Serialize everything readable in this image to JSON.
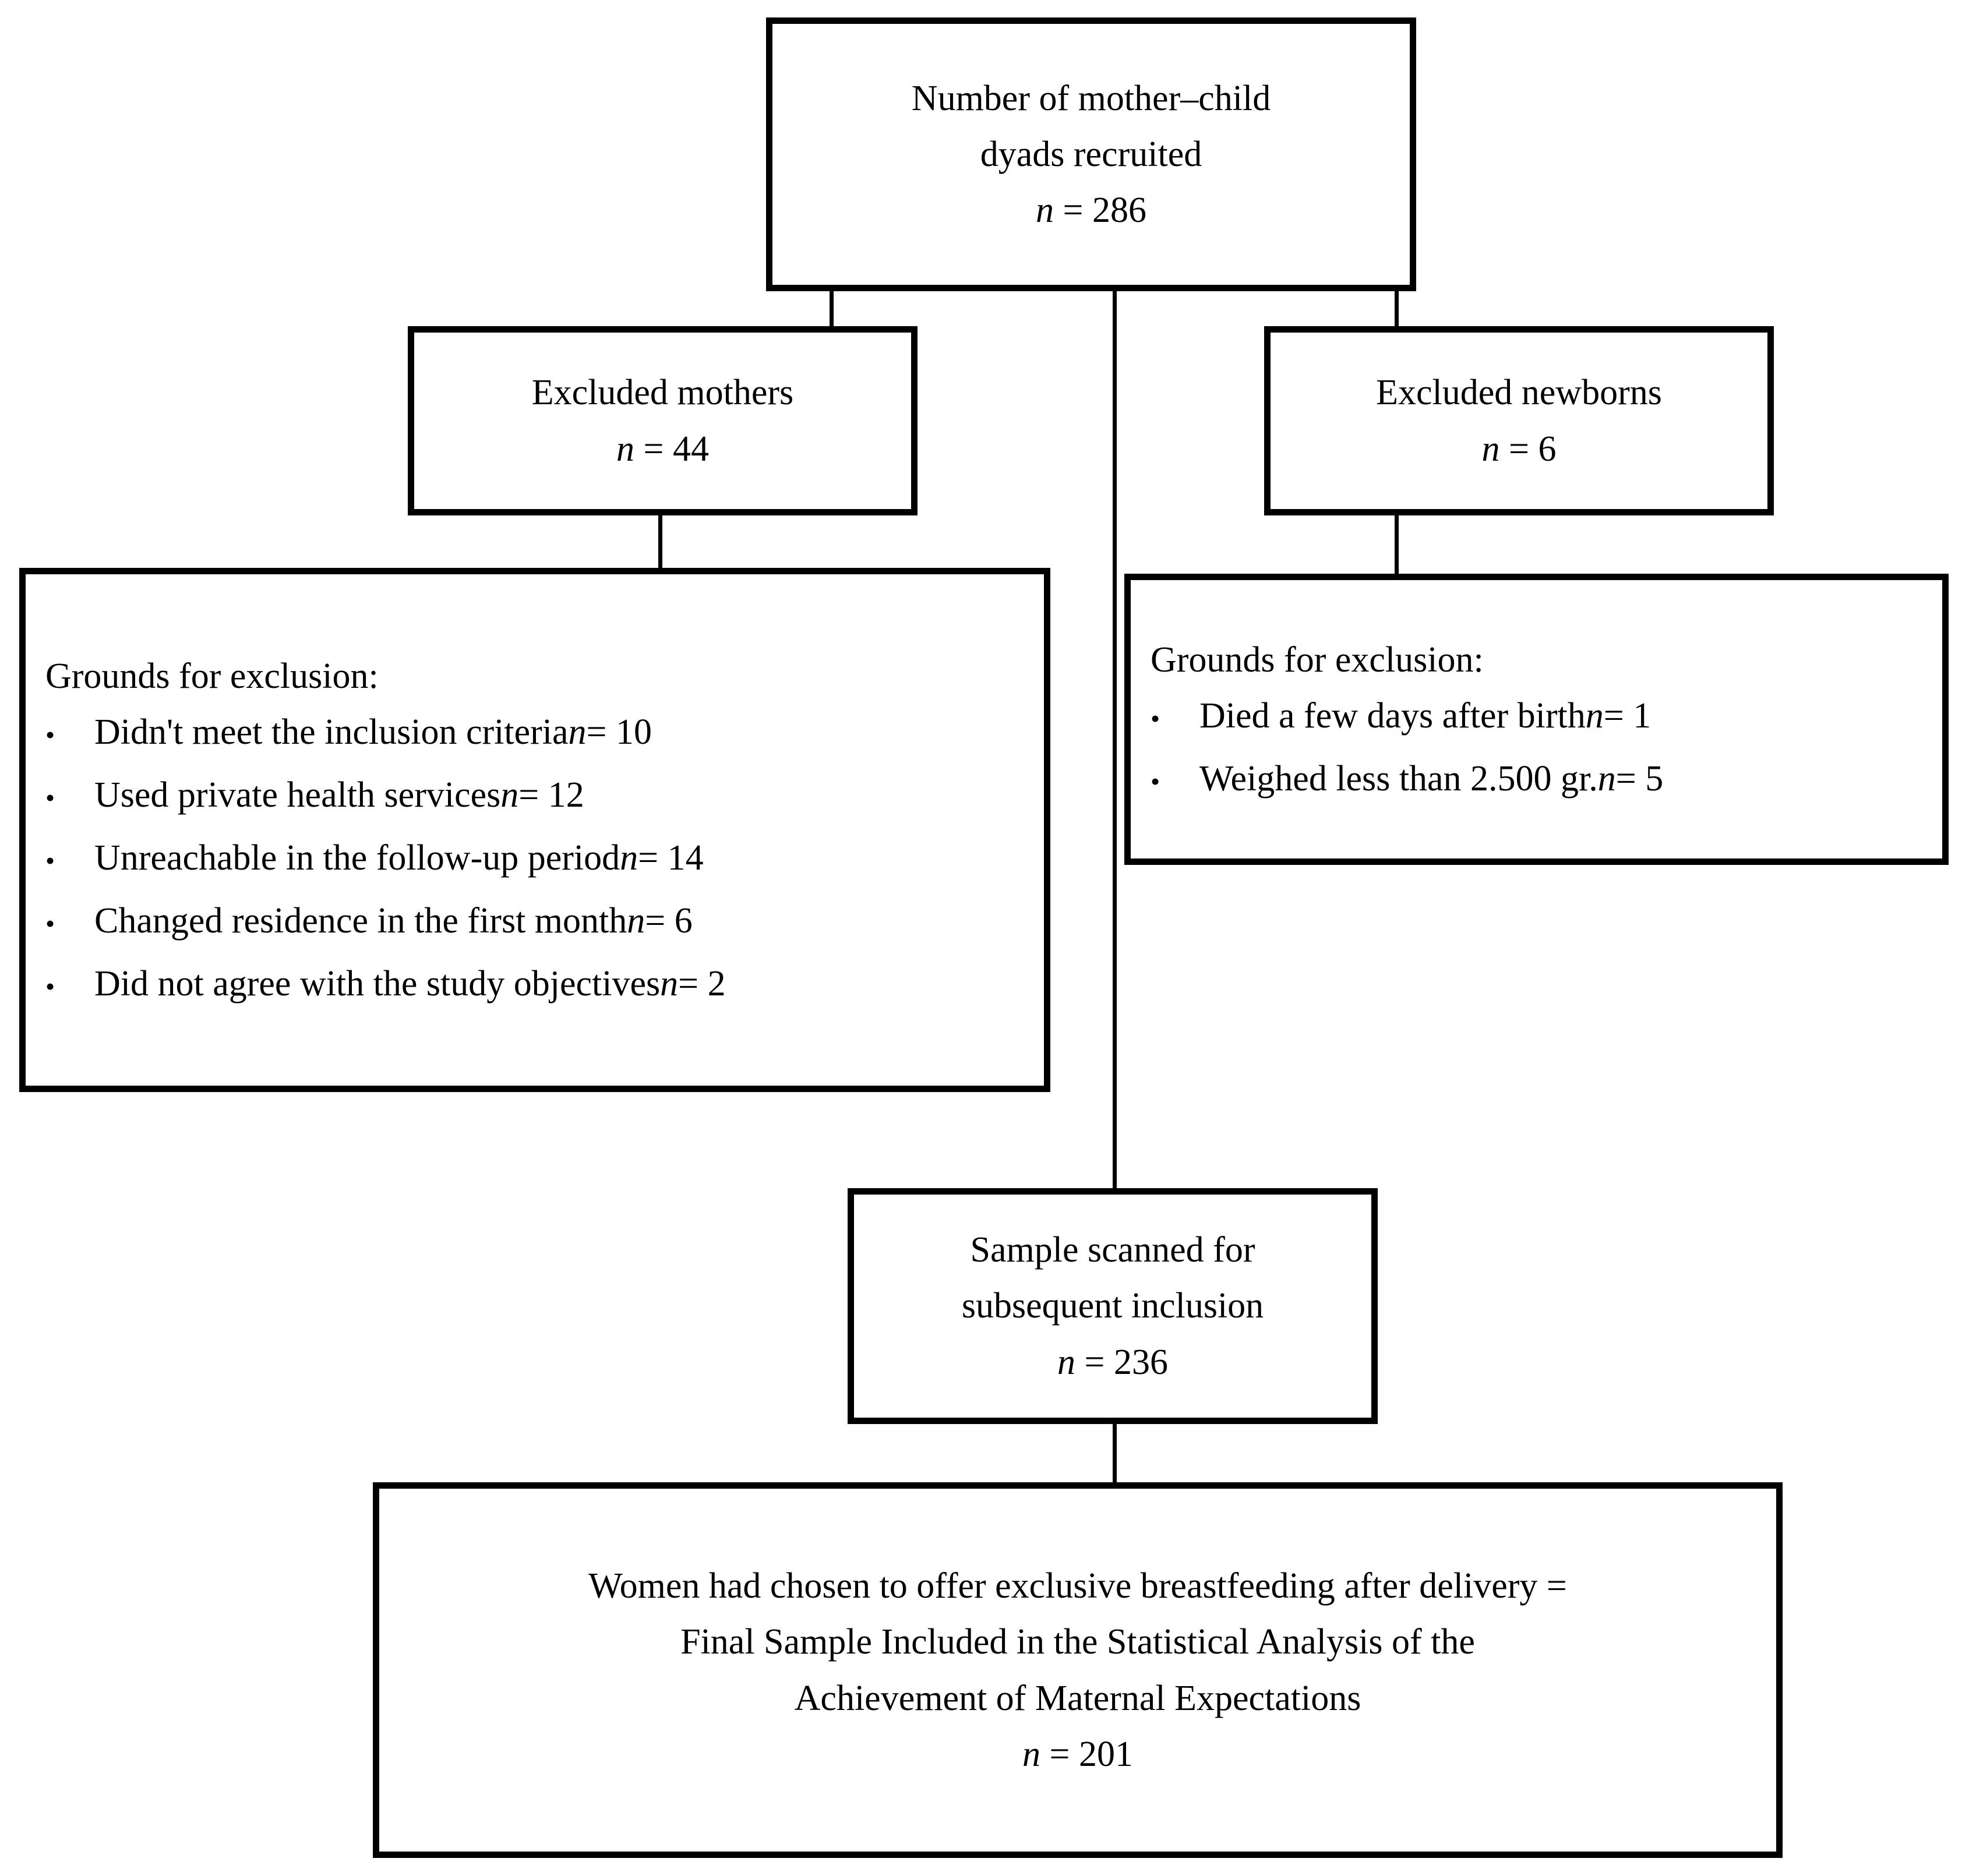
{
  "diagram": {
    "title": "Study participant flow diagram",
    "type": "flowchart",
    "stroke_color": "#000000",
    "background_color": "#ffffff",
    "nodes": {
      "recruited": {
        "line1": "Number of mother–child",
        "line2": "dyads recruited",
        "n_label": "n",
        "n_eq": " = 286"
      },
      "excluded_mothers": {
        "line1": "Excluded mothers",
        "n_label": "n",
        "n_eq": " = 44"
      },
      "excluded_newborns": {
        "line1": "Excluded newborns",
        "n_label": "n",
        "n_eq": " = 6"
      },
      "grounds_mothers": {
        "heading": "Grounds for exclusion:",
        "bullet_glyph": "•",
        "items": [
          {
            "text": "Didn't meet the inclusion criteria ",
            "n_label": "n",
            "n_eq": " = 10"
          },
          {
            "text": "Used private health services ",
            "n_label": "n",
            "n_eq": " = 12"
          },
          {
            "text": "Unreachable in the follow-up period ",
            "n_label": "n",
            "n_eq": " = 14"
          },
          {
            "text": "Changed residence in the first month ",
            "n_label": "n",
            "n_eq": " = 6"
          },
          {
            "text": "Did not agree with the study objectives ",
            "n_label": "n",
            "n_eq": " = 2"
          }
        ]
      },
      "grounds_newborns": {
        "heading": "Grounds for exclusion:",
        "bullet_glyph": "•",
        "items": [
          {
            "text": "Died a few days after birth ",
            "n_label": "n",
            "n_eq": " = 1"
          },
          {
            "text": "Weighed less than 2.500 gr. ",
            "n_label": "n",
            "n_eq": " = 5"
          }
        ]
      },
      "sample_scanned": {
        "line1": "Sample scanned for",
        "line2": "subsequent inclusion",
        "n_label": "n",
        "n_eq": " = 236"
      },
      "final_sample": {
        "line1": "Women had chosen to offer exclusive breastfeeding after delivery =",
        "line2": "Final Sample Included in the Statistical Analysis of the",
        "line3": "Achievement of Maternal Expectations",
        "n_label": "n",
        "n_eq": " = 201"
      }
    }
  }
}
